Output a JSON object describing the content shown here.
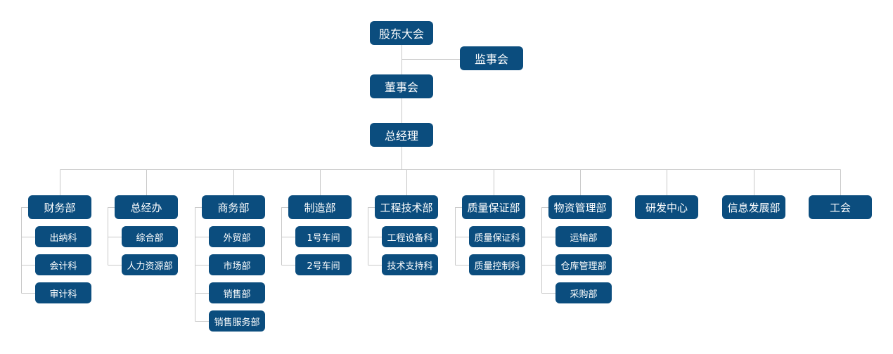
{
  "top": {
    "shareholders": "股东大会",
    "supervisory_board": "监事会",
    "board": "董事会",
    "gm": "总经理"
  },
  "departments": [
    {
      "name": "财务部",
      "children": [
        "出纳科",
        "会计科",
        "审计科"
      ]
    },
    {
      "name": "总经办",
      "children": [
        "综合部",
        "人力资源部"
      ]
    },
    {
      "name": "商务部",
      "children": [
        "外贸部",
        "市场部",
        "销售部",
        "销售服务部"
      ]
    },
    {
      "name": "制造部",
      "children": [
        "1号车间",
        "2号车间"
      ]
    },
    {
      "name": "工程技术部",
      "children": [
        "工程设备科",
        "技术支持科"
      ]
    },
    {
      "name": "质量保证部",
      "children": [
        "质量保证科",
        "质量控制科"
      ]
    },
    {
      "name": "物资管理部",
      "children": [
        "运输部",
        "仓库管理部",
        "采购部"
      ]
    },
    {
      "name": "研发中心",
      "children": []
    },
    {
      "name": "信息发展部",
      "children": []
    },
    {
      "name": "工会",
      "children": []
    }
  ],
  "colors": {
    "node_fill": "#0b4d7e",
    "node_text": "#ffffff",
    "connector": "#c8c8c8"
  }
}
